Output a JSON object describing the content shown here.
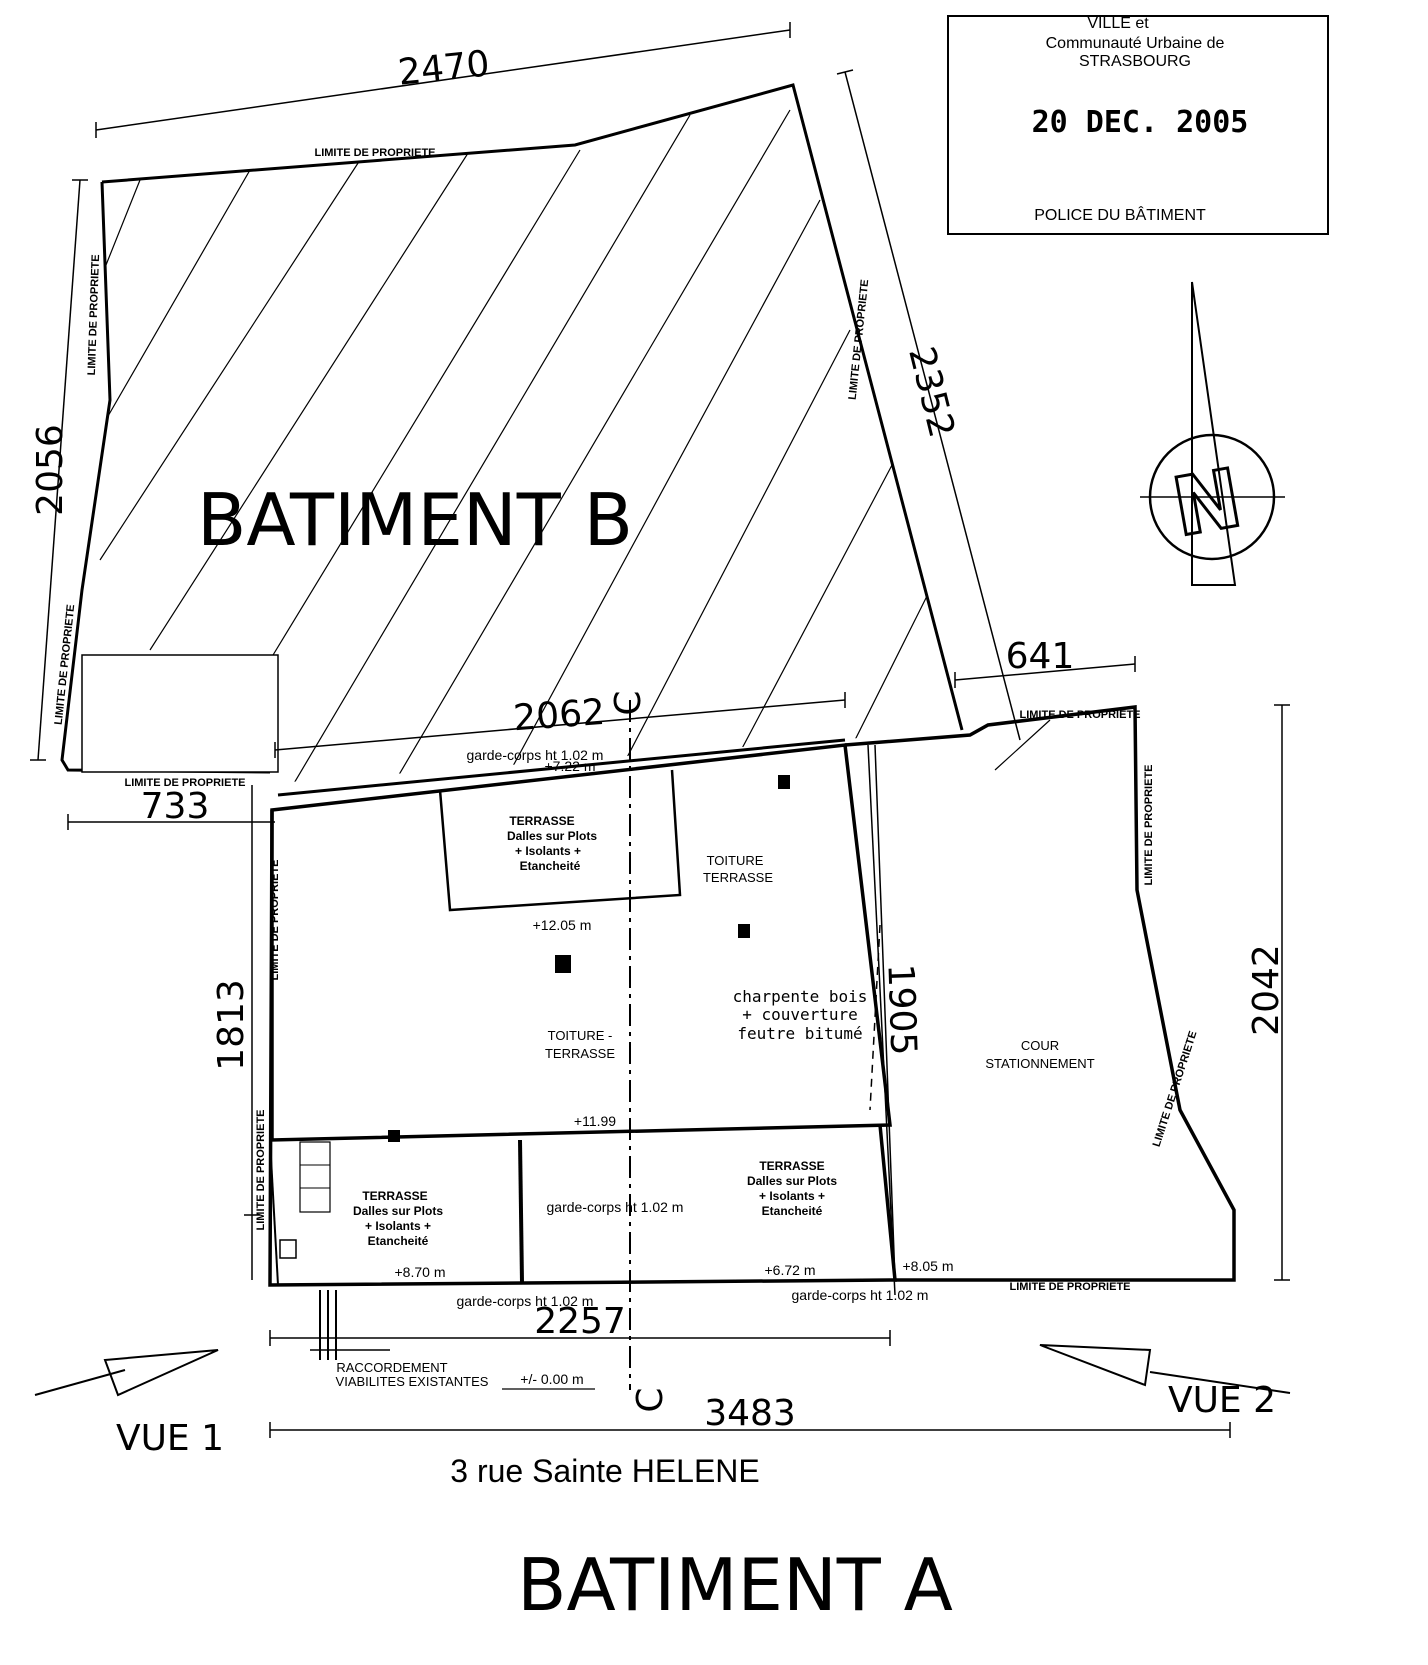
{
  "stamp": {
    "line1": "VILLE et",
    "line2": "Communauté Urbaine de",
    "line3": "STRASBOURG",
    "date": "20 DEC. 2005",
    "footer": "POLICE DU BÂTIMENT"
  },
  "buildings": {
    "b": "BATIMENT B",
    "a": "BATIMENT A"
  },
  "street": "3 rue Sainte HELENE",
  "views": {
    "v1": "VUE  1",
    "v2": "VUE  2"
  },
  "compass": {
    "letter": "N"
  },
  "dimensions": {
    "top": "2470",
    "right_diag": "2352",
    "left": "2056",
    "d641": "641",
    "d2062": "2062",
    "d733": "733",
    "d1813": "1813",
    "d1905": "1905",
    "d2042": "2042",
    "d2257": "2257",
    "d3483": "3483"
  },
  "property_limit": "LIMITE DE PROPRIETE",
  "section_mark": "C",
  "areas": {
    "terrasse": "TERRASSE",
    "dalles": "Dalles sur Plots",
    "isolants": "+ Isolants +",
    "etancheite": "Etancheité",
    "toiture": "TOITURE",
    "terrasse_lower": "TERRASSE",
    "toiture_mid": "TOITURE -",
    "charpente1": "charpente bois",
    "charpente2": "+ couverture",
    "charpente3": "feutre bitumé",
    "cour": "COUR",
    "stationnement": "STATIONNEMENT"
  },
  "levels": {
    "gc_top": "garde-corps ht 1.02 m",
    "l722": "+7.22 m",
    "l1205": "+12.05 m",
    "l1199": "+11.99",
    "gc_mid": "garde-corps ht 1.02 m",
    "l870": "+8.70 m",
    "l672": "+6.72 m",
    "l805": "+8.05 m",
    "gc_bl": "garde-corps ht 1.02 m",
    "gc_br": "garde-corps ht 1.02 m",
    "raccord1": "RACCORDEMENT",
    "raccord2": "VIABILITES EXISTANTES",
    "l000": "+/- 0.00 m"
  }
}
